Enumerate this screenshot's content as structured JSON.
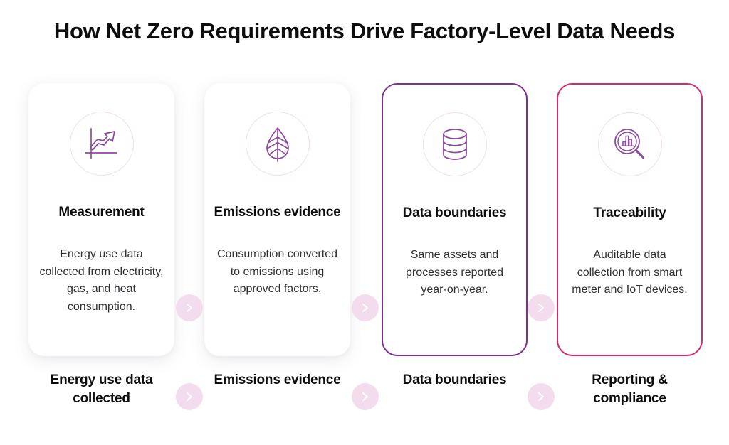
{
  "header": {
    "title": "How Net Zero Requirements Drive Factory-Level Data Needs"
  },
  "colors": {
    "background": "#ffffff",
    "title_text": "#0d0d0d",
    "body_text": "#2f3033",
    "icon_stroke": "#8b4a9c",
    "icon_ring": "#f0dfec",
    "card_border_purple": "#7d2f92",
    "card_border_pink": "#d42a72",
    "chevron_circle": "#f3dced",
    "chevron_glyph": "#ffffff"
  },
  "cards": [
    {
      "icon": "chart-arrow-icon",
      "title": "Measurement",
      "body": "Energy use data collected from electricity, gas, and heat consumption.",
      "style": "plain"
    },
    {
      "icon": "leaf-icon",
      "title": "Emissions evidence",
      "body": "Consumption converted to emissions using approved factors.",
      "style": "plain"
    },
    {
      "icon": "database-icon",
      "title": "Data boundaries",
      "body": "Same assets and processes reported year-on-year.",
      "style": "bordered-purple"
    },
    {
      "icon": "magnifier-chart-icon",
      "title": "Traceability",
      "body": "Auditable data collection from smart meter and IoT devices.",
      "style": "bordered-pink"
    }
  ],
  "connectors": [
    {
      "icon": "chevron-right-icon"
    },
    {
      "icon": "chevron-right-icon"
    },
    {
      "icon": "chevron-right-icon"
    }
  ],
  "bottom_labels": [
    {
      "label": "Energy use data collected"
    },
    {
      "label": "Emissions evidence"
    },
    {
      "label": "Data boundaries"
    },
    {
      "label": "Reporting & compliance"
    }
  ]
}
